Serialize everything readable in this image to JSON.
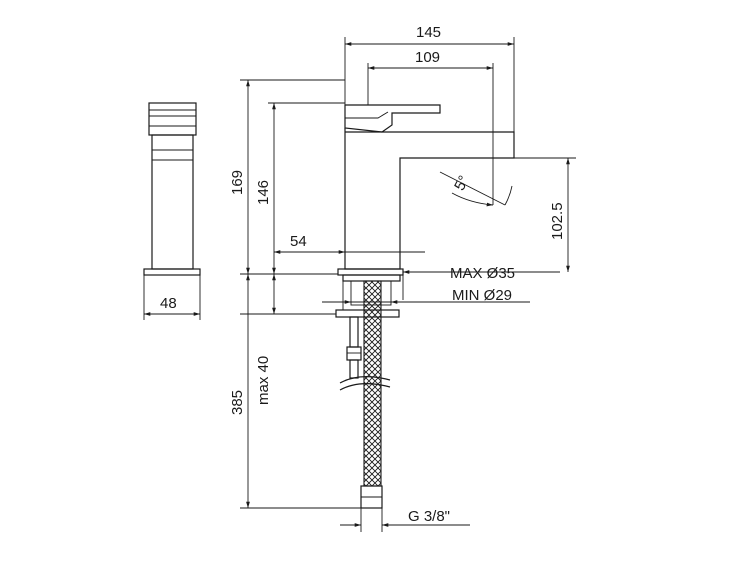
{
  "dimensions": {
    "overall_depth": "145",
    "lever_reach": "109",
    "overall_height": "169",
    "body_height": "146",
    "base_offset": "54",
    "spout_height": "102.5",
    "spout_angle": "5°",
    "base_width": "48",
    "max_hole": "MAX Ø35",
    "min_hole": "MIN Ø29",
    "max_deck": "max 40",
    "hose_length": "385",
    "thread": "G 3/8\""
  }
}
